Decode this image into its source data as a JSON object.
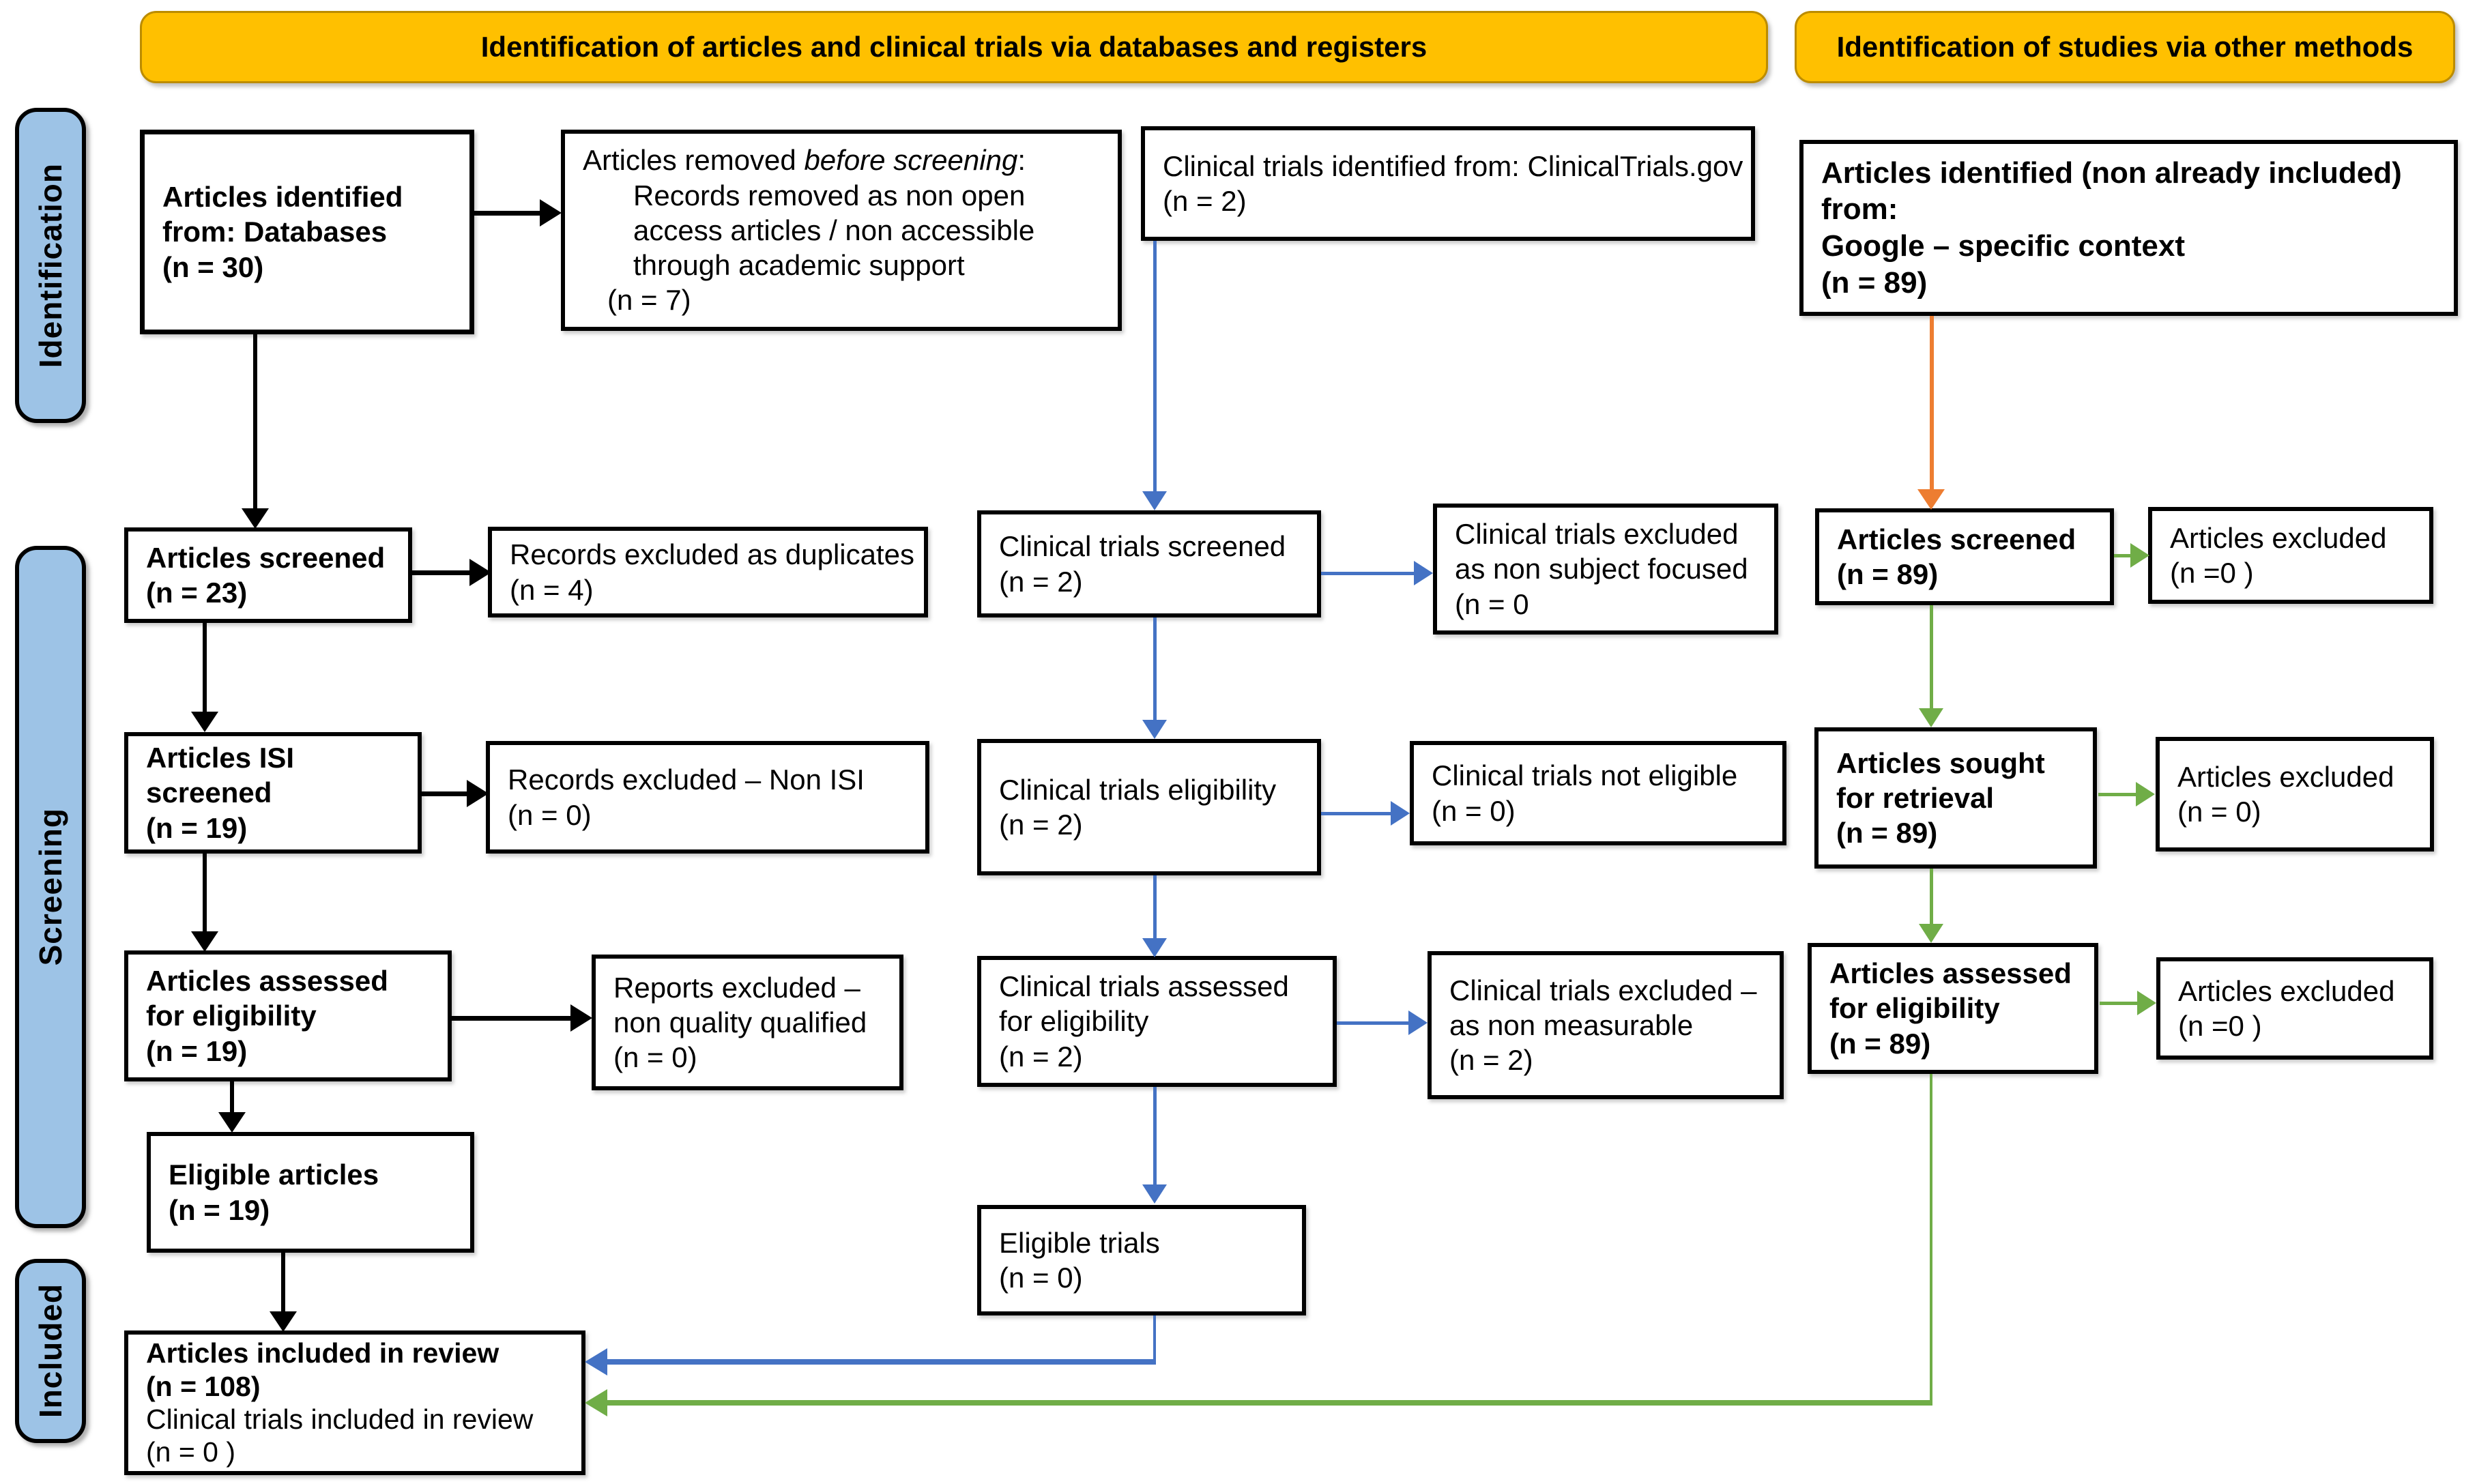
{
  "palette": {
    "banner_fill": "#FFC000",
    "banner_border": "#BC8C00",
    "side_label_fill": "#9DC3E6",
    "box_border": "#000000",
    "black_arrow": "#000000",
    "blue_arrow": "#4472C4",
    "green_arrow": "#70AD47",
    "orange_arrow": "#ED7D31"
  },
  "banners": {
    "databases": "Identification of articles and clinical trials via databases and registers",
    "other_methods": "Identification of studies via other methods"
  },
  "side_labels": {
    "identification": "Identification",
    "screening": "Screening",
    "included": "Included"
  },
  "boxes": {
    "articles_identified": {
      "lines": [
        "Articles identified",
        "from: Databases",
        "(n = 30)"
      ]
    },
    "articles_removed": {
      "line1_pre": "Articles removed ",
      "line1_italic": "before screening",
      "line1_post": ":",
      "lines": [
        "Records removed as non open",
        "access articles / non accessible",
        "through academic support",
        "(n = 7)"
      ]
    },
    "trials_identified": {
      "lines": [
        "Clinical trials identified from: ClinicalTrials.gov",
        "(n = 2)"
      ]
    },
    "articles_identified_other": {
      "lines": [
        "Articles identified (non already included) from:",
        "Google – specific context",
        "(n = 89)"
      ]
    },
    "articles_screened": {
      "lines": [
        "Articles screened",
        "(n = 23)"
      ]
    },
    "records_excluded_duplicates": {
      "lines": [
        "Records excluded as duplicates",
        "(n = 4)"
      ]
    },
    "trials_screened": {
      "lines": [
        "Clinical trials screened",
        "(n = 2)"
      ]
    },
    "trials_excluded_non_subject": {
      "lines": [
        "Clinical trials excluded",
        "as non subject focused",
        "(n = 0"
      ]
    },
    "articles_screened_other": {
      "lines": [
        "Articles screened",
        "(n = 89)"
      ]
    },
    "articles_excluded_other1": {
      "lines": [
        "Articles excluded",
        "(n =0 )"
      ]
    },
    "articles_isi_screened": {
      "lines": [
        "Articles ISI",
        "screened",
        "(n = 19)"
      ]
    },
    "records_excluded_non_isi": {
      "lines": [
        "Records excluded – Non ISI",
        "(n = 0)"
      ]
    },
    "trials_eligibility": {
      "lines": [
        "Clinical trials eligibility",
        "(n = 2)"
      ]
    },
    "trials_not_eligible": {
      "lines": [
        "Clinical trials not eligible",
        "(n =  0)"
      ]
    },
    "articles_sought_retrieval": {
      "lines": [
        "Articles sought",
        "for retrieval",
        "(n = 89)"
      ]
    },
    "articles_excluded_other2": {
      "lines": [
        "Articles excluded",
        "(n = 0)"
      ]
    },
    "articles_assessed": {
      "lines": [
        "Articles assessed",
        "for eligibility",
        "(n = 19)"
      ]
    },
    "reports_excluded": {
      "lines": [
        "Reports excluded –",
        "non quality qualified",
        "(n = 0)"
      ]
    },
    "trials_assessed": {
      "lines": [
        "Clinical trials assessed",
        "for eligibility",
        "(n = 2)"
      ]
    },
    "trials_excluded_non_measurable": {
      "lines": [
        "Clinical trials excluded –",
        "as non measurable",
        "(n = 2)"
      ]
    },
    "articles_assessed_other": {
      "lines": [
        "Articles assessed",
        "for eligibility",
        "(n = 89)"
      ]
    },
    "articles_excluded_other3": {
      "lines": [
        "Articles excluded",
        "(n =0 )"
      ]
    },
    "eligible_articles": {
      "lines": [
        "Eligible articles",
        "(n = 19)"
      ]
    },
    "eligible_trials": {
      "lines": [
        "Eligible trials",
        "(n = 0)"
      ]
    },
    "included_review": {
      "bold_lines": [
        "Articles included in review",
        "(n = 108)"
      ],
      "regular_lines": [
        "Clinical trials included in review",
        "(n = 0 )"
      ]
    }
  }
}
